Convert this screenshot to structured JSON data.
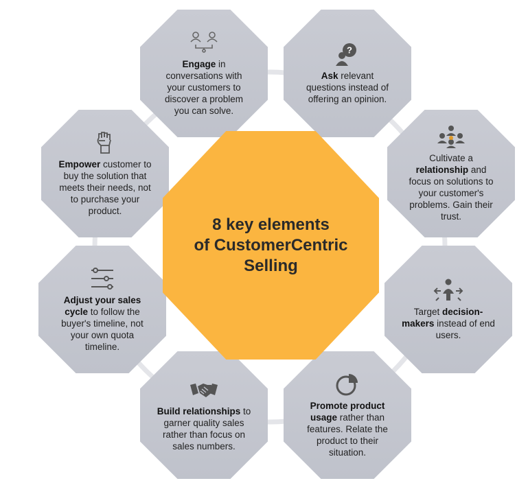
{
  "center": {
    "title_line1": "8 key elements",
    "title_line2": "of CustomerCentric",
    "title_line3": "Selling"
  },
  "colors": {
    "center_fill": "#fbb540",
    "card_fill": "#c5c8d0",
    "ring": "#e4e5e9",
    "text": "#222222"
  },
  "elements": [
    {
      "icon": "people-network-icon",
      "bold": "Engage",
      "rest": " in conversations with your customers to discover a problem you can solve."
    },
    {
      "icon": "question-person-icon",
      "bold": "Ask",
      "rest": " relevant questions instead of offering an opinion."
    },
    {
      "icon": "group-meeting-icon",
      "pre": "Cultivate a ",
      "bold": "relationship",
      "rest": " and focus on solutions to your customer's problems. Gain their trust."
    },
    {
      "icon": "decision-maker-icon",
      "pre": "Target ",
      "bold": "decision-makers",
      "rest": " instead of end users."
    },
    {
      "icon": "pie-chart-icon",
      "bold": "Promote product usage",
      "rest": " rather than features. Relate the product to their situation."
    },
    {
      "icon": "handshake-icon",
      "bold": "Build relationships",
      "rest": " to garner quality sales rather than focus on sales numbers."
    },
    {
      "icon": "sliders-icon",
      "bold": "Adjust your sales cycle",
      "rest": " to follow the buyer's timeline, not your own quota timeline."
    },
    {
      "icon": "raised-fist-icon",
      "bold": "Empower",
      "rest": " customer to buy the solution that meets their needs, not to purchase your product."
    }
  ]
}
